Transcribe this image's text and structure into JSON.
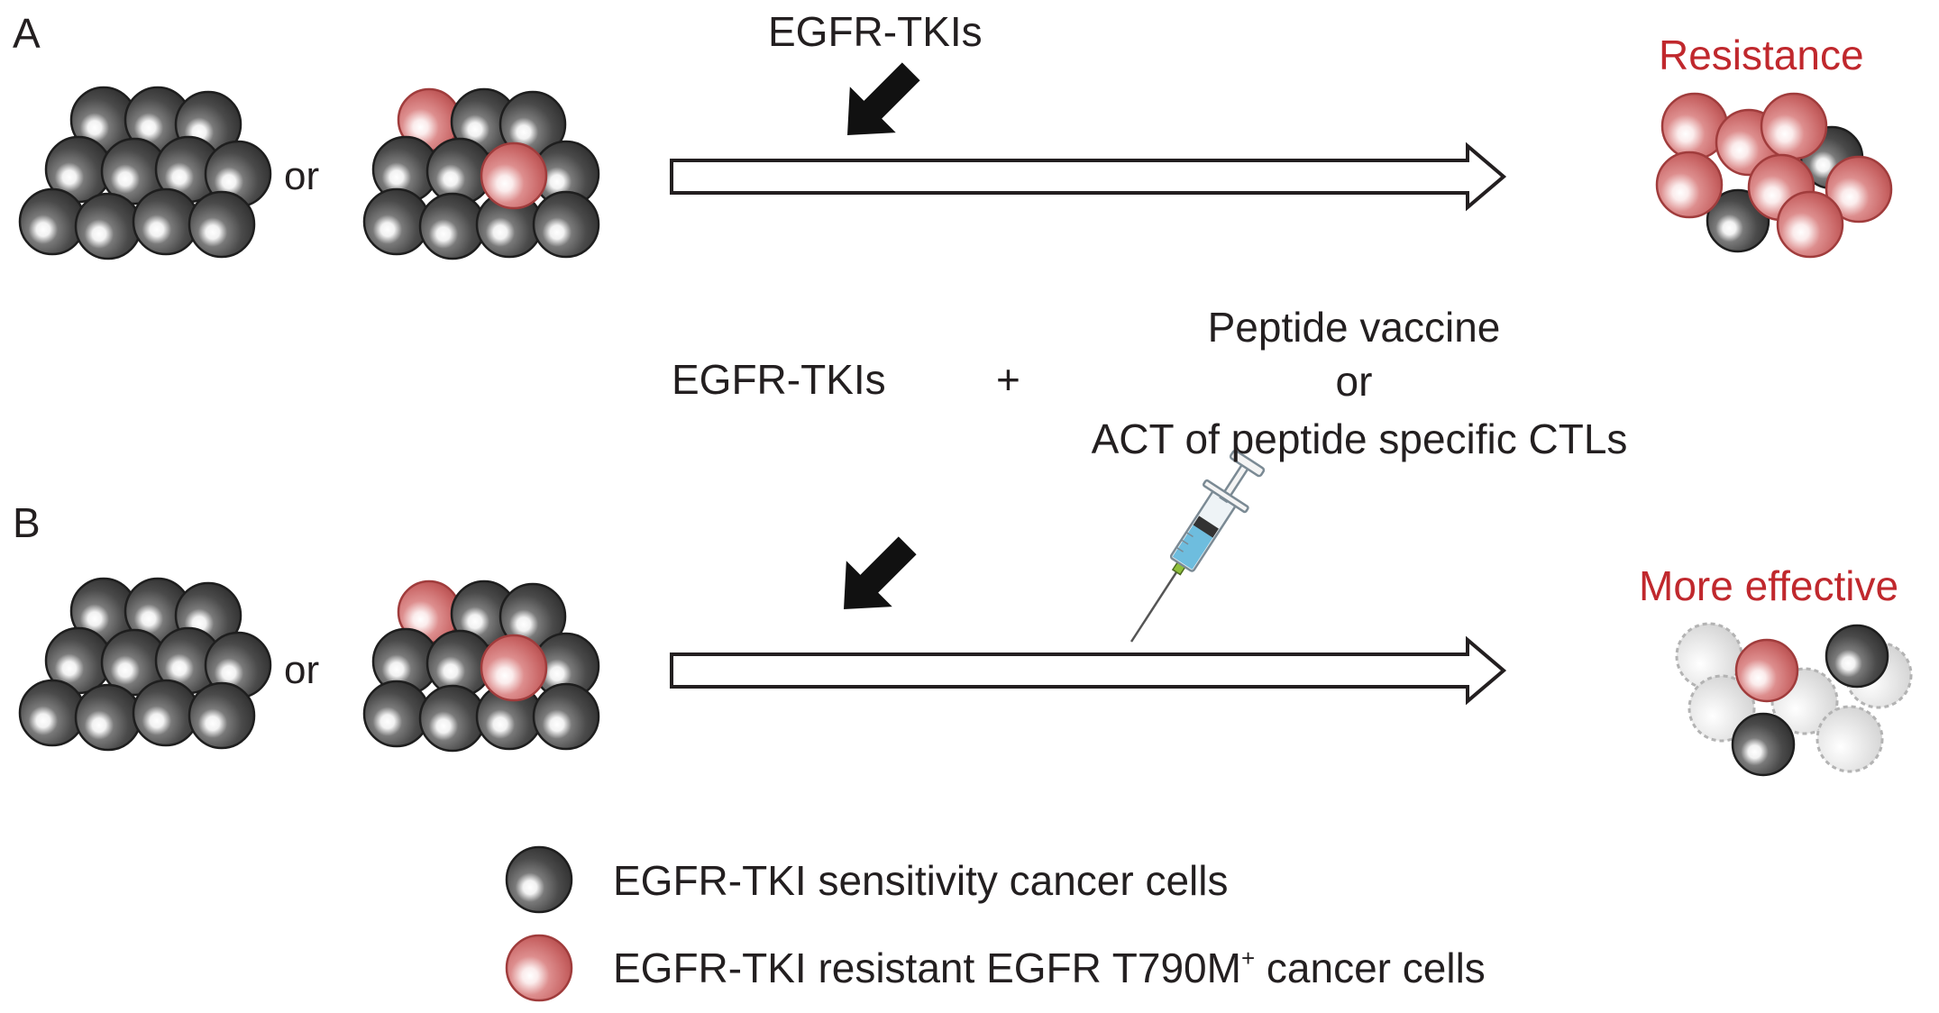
{
  "panels": {
    "a": {
      "letter": "A",
      "drug_label": "EGFR-TKIs",
      "or_label_1": "or",
      "outcome_label": "Resistance"
    },
    "b": {
      "letter": "B",
      "drug_label": "EGFR-TKIs",
      "plus_label": "+",
      "combo_line1": "Peptide vaccine",
      "combo_line2": "or",
      "combo_line3": "ACT of peptide specific CTLs",
      "or_label_1": "or",
      "outcome_label": "More effective"
    }
  },
  "legend": {
    "sensitive_label": "EGFR-TKI sensitivity cancer cells",
    "resistant_label_main": "EGFR-TKI resistant EGFR T790M",
    "resistant_label_sup": "+",
    "resistant_label_tail": " cancer cells"
  },
  "colors": {
    "sensitive_cell": "#3a3a3a",
    "resistant_cell": "#c96a6a",
    "dead_cell": "#d6d6d6",
    "outcome_text": "#c0282d",
    "text": "#231f20"
  },
  "icons": {
    "drug_arrow": "black-arrow-icon",
    "process_arrow": "hollow-arrow-icon",
    "injection": "syringe-icon"
  }
}
